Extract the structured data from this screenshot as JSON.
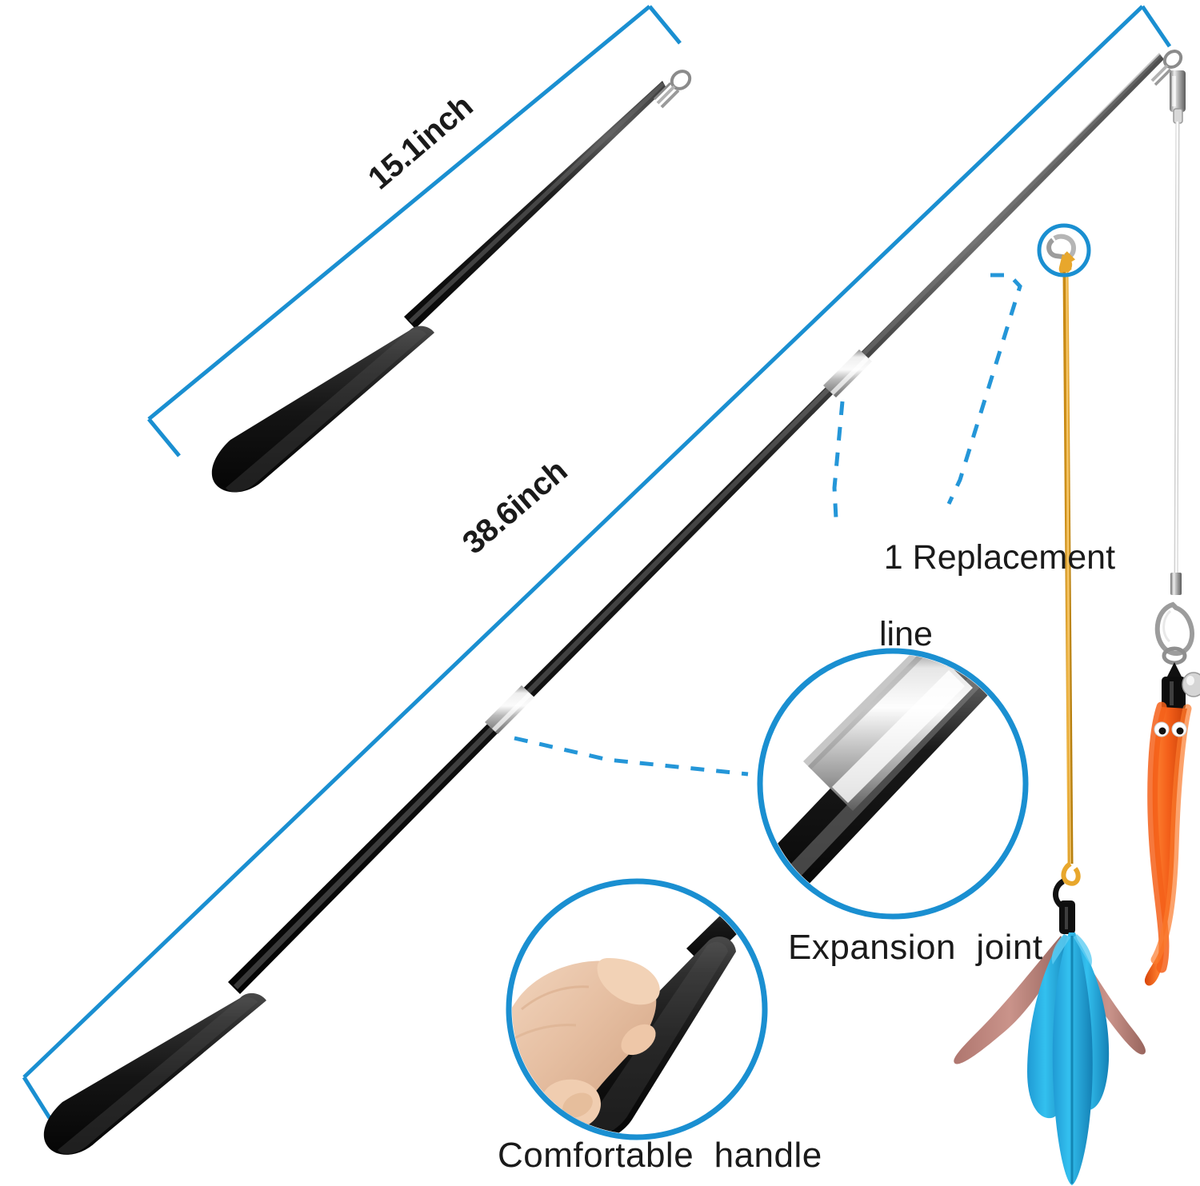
{
  "product": {
    "title": "Retractable Cat Teaser Wand Product Diagram",
    "type": "product-infographic",
    "background_color": "#ffffff"
  },
  "colors": {
    "accent_blue": "#1a8fd1",
    "dashed_blue": "#2496d8",
    "rod_black": "#151515",
    "grip_black": "#1c1c1c",
    "ferrule_silver": "#c9c9c9",
    "line_orange": "#e8a72c",
    "worm_orange": "#f4601a",
    "feather_blue": "#29b6e8",
    "feather_brown": "#b4726a",
    "text_black": "#1a1a1a",
    "skin": "#e8c3a6"
  },
  "dimensions": {
    "collapsed": {
      "label": "15.1inch",
      "value": 15.1,
      "unit": "inch",
      "name": "collapsed-length"
    },
    "extended": {
      "label": "38.6inch",
      "value": 38.6,
      "unit": "inch",
      "name": "extended-length"
    }
  },
  "callouts": {
    "replacement_line": {
      "line1": "1 Replacement",
      "line2": "line",
      "full": "1 Replacement line"
    },
    "expansion_joint": {
      "label": "Expansion  joint"
    },
    "comfortable_handle": {
      "label": "Comfortable  handle"
    }
  },
  "parts": {
    "collapsed_wand": {
      "name": "collapsed-wand",
      "handle_label": "foam grip",
      "tip_label": "wire eyelet"
    },
    "extended_wand": {
      "name": "extended-wand",
      "handle_label": "foam grip",
      "joint_label": "silver ferrule",
      "tip_label": "wire eyelet with swivel"
    },
    "attachments": [
      {
        "name": "feather-teaser",
        "description": "blue feathers with brown accent feathers on black clip",
        "line_color": "#e8a72c"
      },
      {
        "name": "worm-teaser",
        "description": "orange fuzzy worm with googly eyes and bell on clear line",
        "line_color": "#e6e6e6"
      }
    ]
  },
  "magnifiers": [
    {
      "name": "expansion-joint-magnifier",
      "shows": "silver ferrule connecting two black rod sections"
    },
    {
      "name": "comfortable-handle-magnifier",
      "shows": "hand gripping the black foam handle"
    },
    {
      "name": "replacement-line-magnifier",
      "shows": "orange line knotted to metal clip"
    }
  ]
}
